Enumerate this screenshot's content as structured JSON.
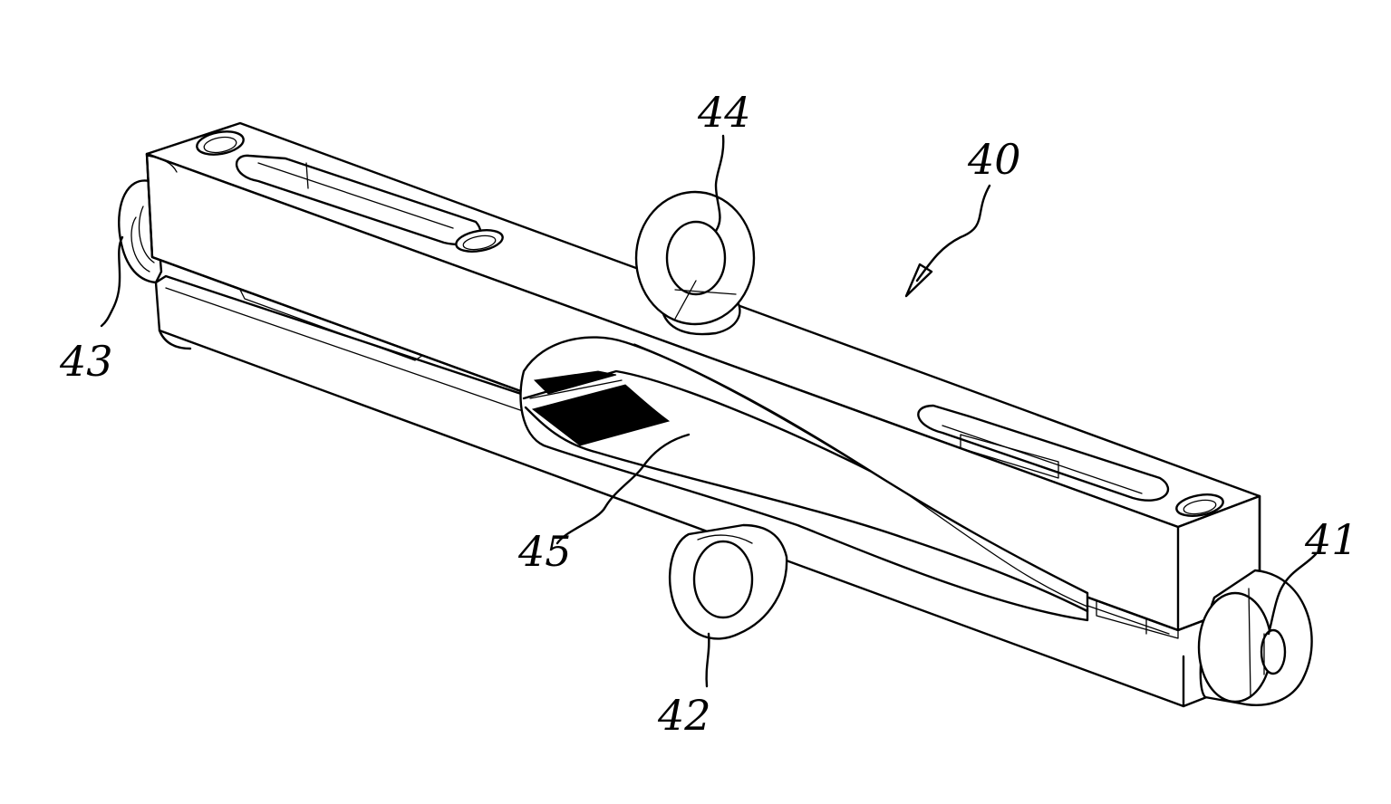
{
  "labels": {
    "assembly": "40",
    "first_eyelet": "41",
    "lower_ring": "42",
    "end_knuckle": "43",
    "upper_ring": "44",
    "spring_blade": "45"
  }
}
